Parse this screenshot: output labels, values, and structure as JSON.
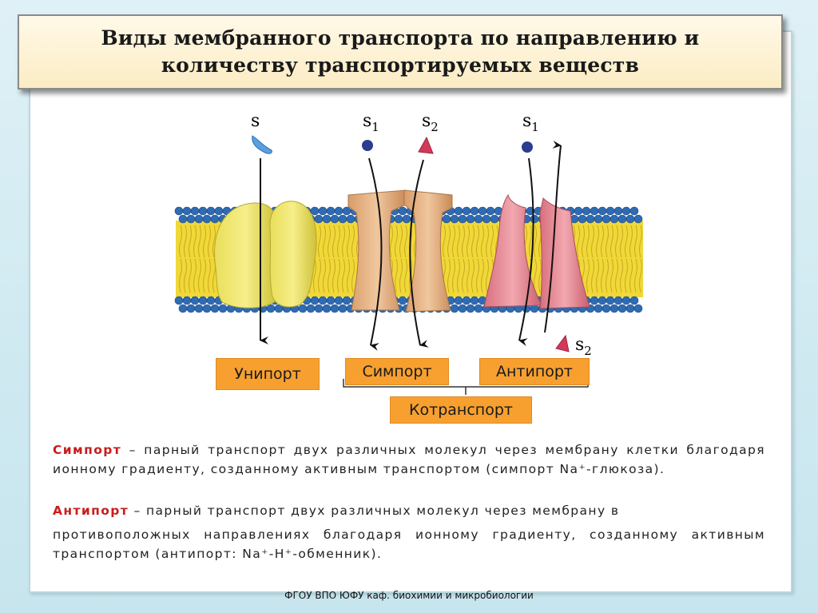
{
  "title": {
    "line1": "Виды мембранного транспорта по направлению и",
    "line2": "количеству транспортируемых веществ"
  },
  "diagram": {
    "molecule_labels": {
      "uniport_s": "s",
      "symport_s1": "s",
      "symport_s1_sub": "1",
      "symport_s2": "s",
      "symport_s2_sub": "2",
      "antiport_s1": "s",
      "antiport_s1_sub": "1",
      "antiport_s2": "s",
      "antiport_s2_sub": "2"
    },
    "labels": {
      "uniport": "Унипорт",
      "symport": "Симпорт",
      "antiport": "Антипорт",
      "cotransport": "Котранспорт"
    },
    "colors": {
      "uniport_protein": "#e8d84a",
      "symport_protein": "#e0ac7c",
      "antiport_protein": "#e08c96",
      "lipid_head": "#2f6bb3",
      "lipid_tail": "#f0d838",
      "label_box": "#f7a030"
    }
  },
  "descriptions": {
    "symport_term": "Симпорт",
    "symport_text": " – парный транспорт двух различных молекул через мембрану клетки благодаря ионному градиенту, созданному активным транспортом (симпорт Na⁺-глюкоза).",
    "antiport_term": "Антипорт",
    "antiport_text_1": " – парный транспорт двух различных молекул через мембрану в",
    "antiport_text_2": "противоположных направлениях благодаря ионному градиенту, созданному активным транспортом (антипорт: Na⁺-H⁺-обменник)."
  },
  "footer": "ФГОУ ВПО ЮФУ каф. биохимии и микробиологии"
}
